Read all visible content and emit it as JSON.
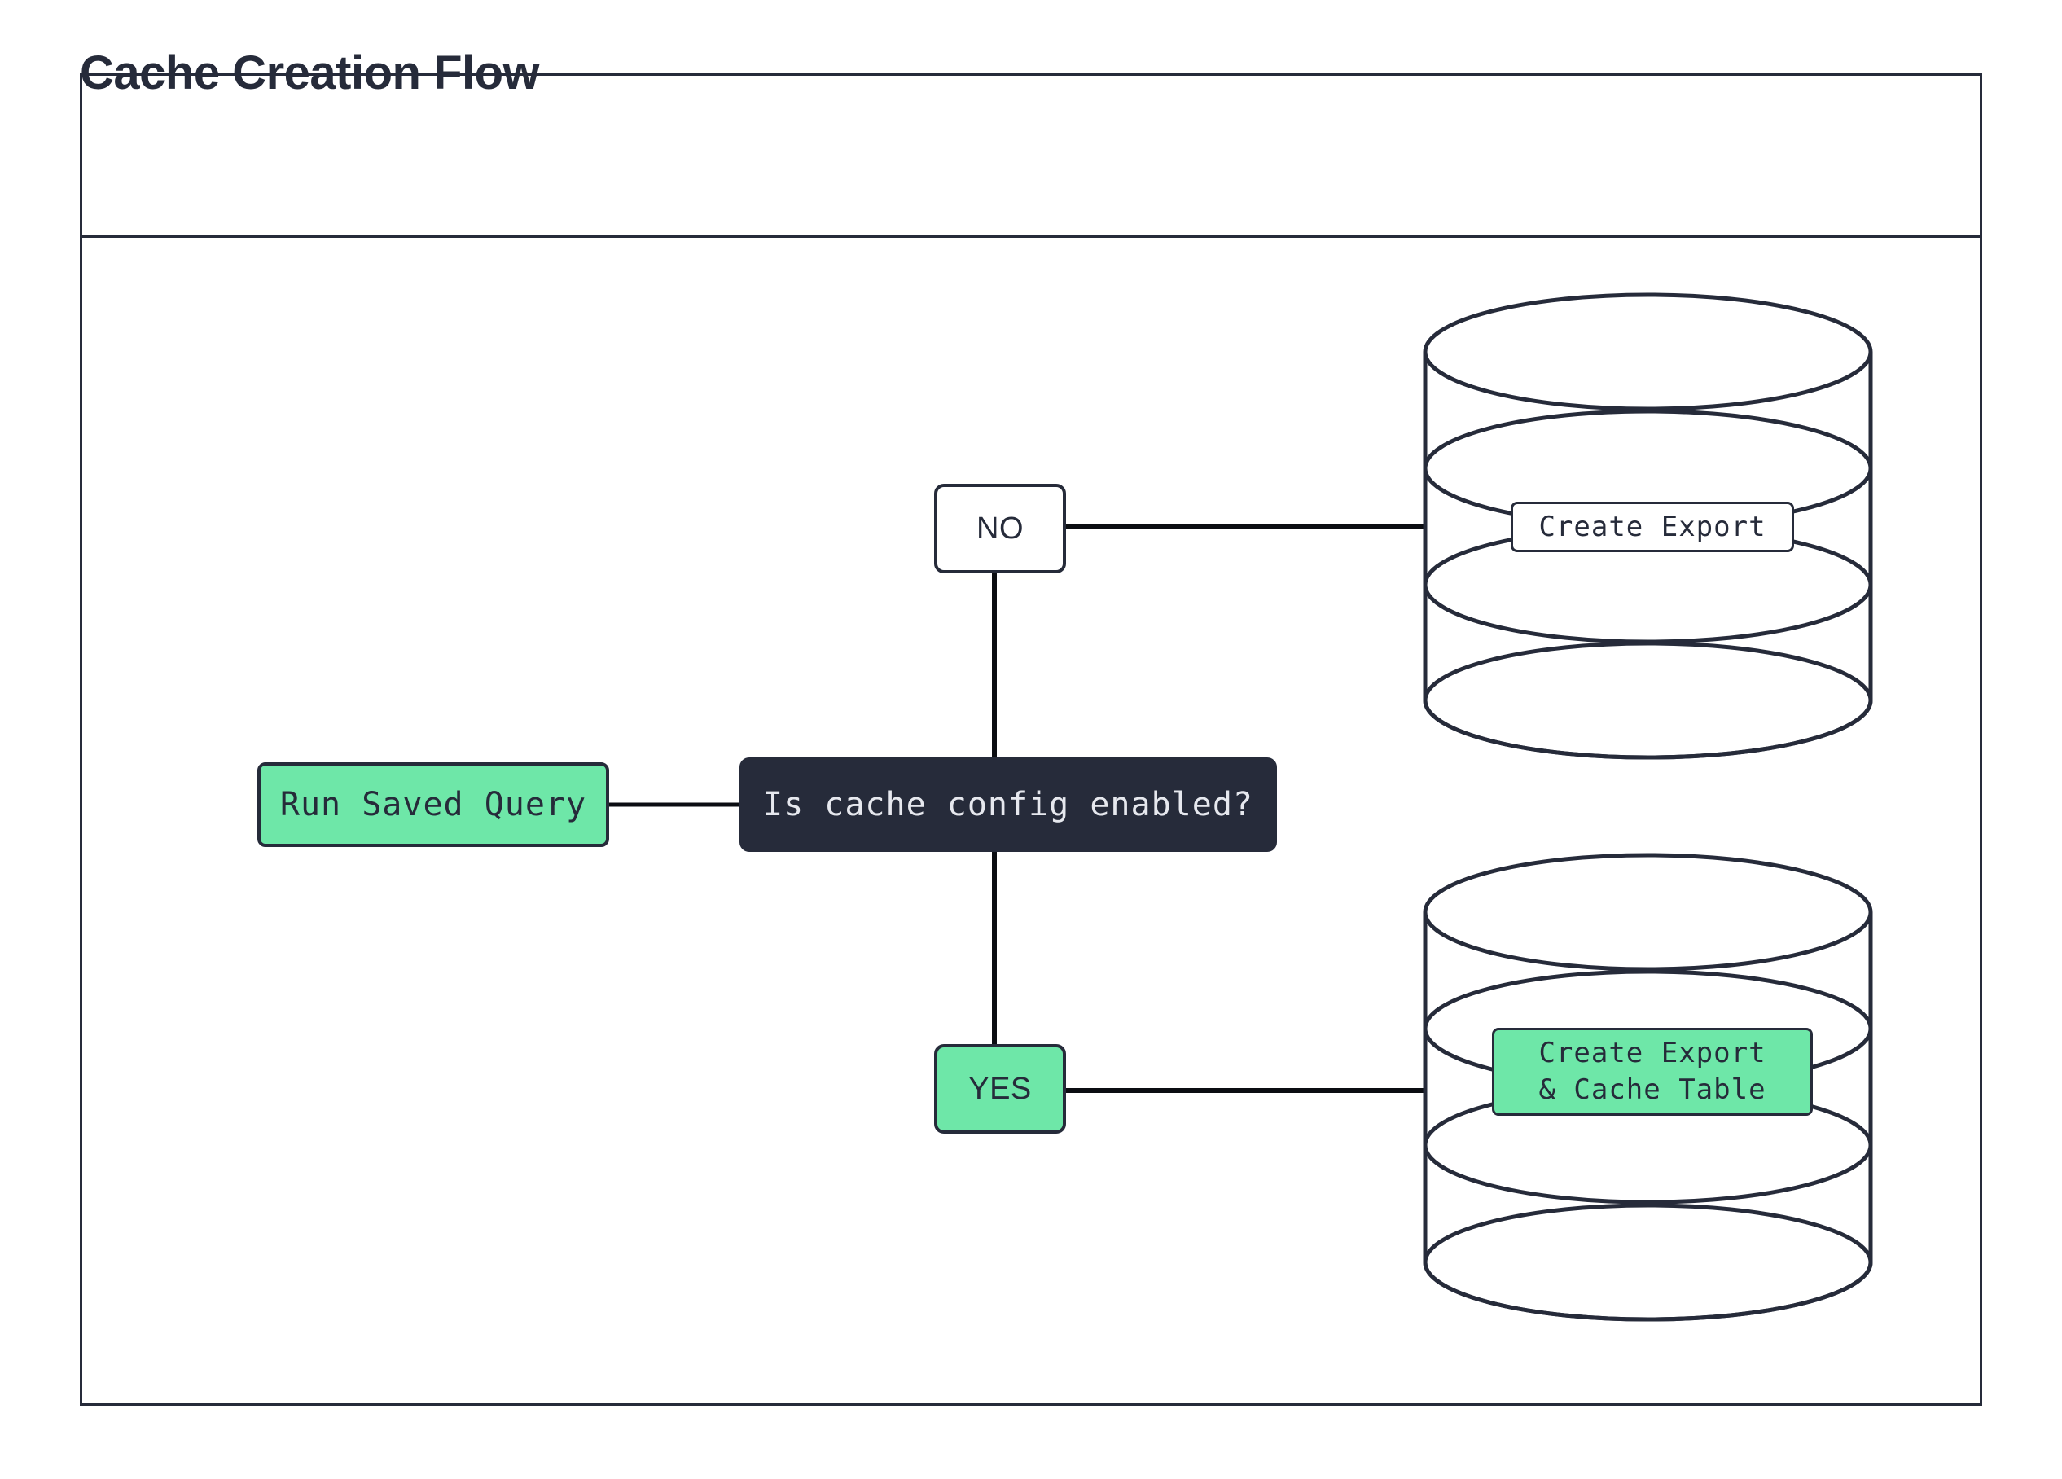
{
  "diagram": {
    "title": "Cache Creation Flow",
    "type": "flowchart",
    "colors": {
      "ink": "#262B3A",
      "accent_green": "#6EE7A8",
      "node_dark_fill": "#262B3A",
      "node_dark_text": "#E6E8EE",
      "canvas": "#ffffff"
    },
    "nodes": [
      {
        "id": "run-saved-query",
        "label": "Run Saved Query",
        "shape": "rounded-rect",
        "fill": "green"
      },
      {
        "id": "decision",
        "label": "Is cache config enabled?",
        "shape": "rounded-rect",
        "fill": "dark"
      },
      {
        "id": "no",
        "label": "NO",
        "shape": "rounded-rect",
        "fill": "white"
      },
      {
        "id": "yes",
        "label": "YES",
        "shape": "rounded-rect",
        "fill": "green"
      },
      {
        "id": "database-top",
        "label": "Create Export",
        "shape": "cylinder",
        "fill": "white"
      },
      {
        "id": "database-bottom",
        "label": "Create Export\n& Cache Table",
        "shape": "cylinder",
        "fill": "green"
      }
    ],
    "edges": [
      {
        "from": "run-saved-query",
        "to": "decision",
        "label": ""
      },
      {
        "from": "decision",
        "to": "no",
        "label": ""
      },
      {
        "from": "decision",
        "to": "yes",
        "label": ""
      },
      {
        "from": "no",
        "to": "database-top",
        "label": ""
      },
      {
        "from": "yes",
        "to": "database-bottom",
        "label": ""
      }
    ]
  },
  "labels": {
    "run_saved_query": "Run Saved Query",
    "decision": "Is cache config enabled?",
    "no": "NO",
    "yes": "YES",
    "create_export": "Create Export",
    "create_export_cache_line1": "Create Export",
    "create_export_cache_line2": "& Cache Table"
  }
}
